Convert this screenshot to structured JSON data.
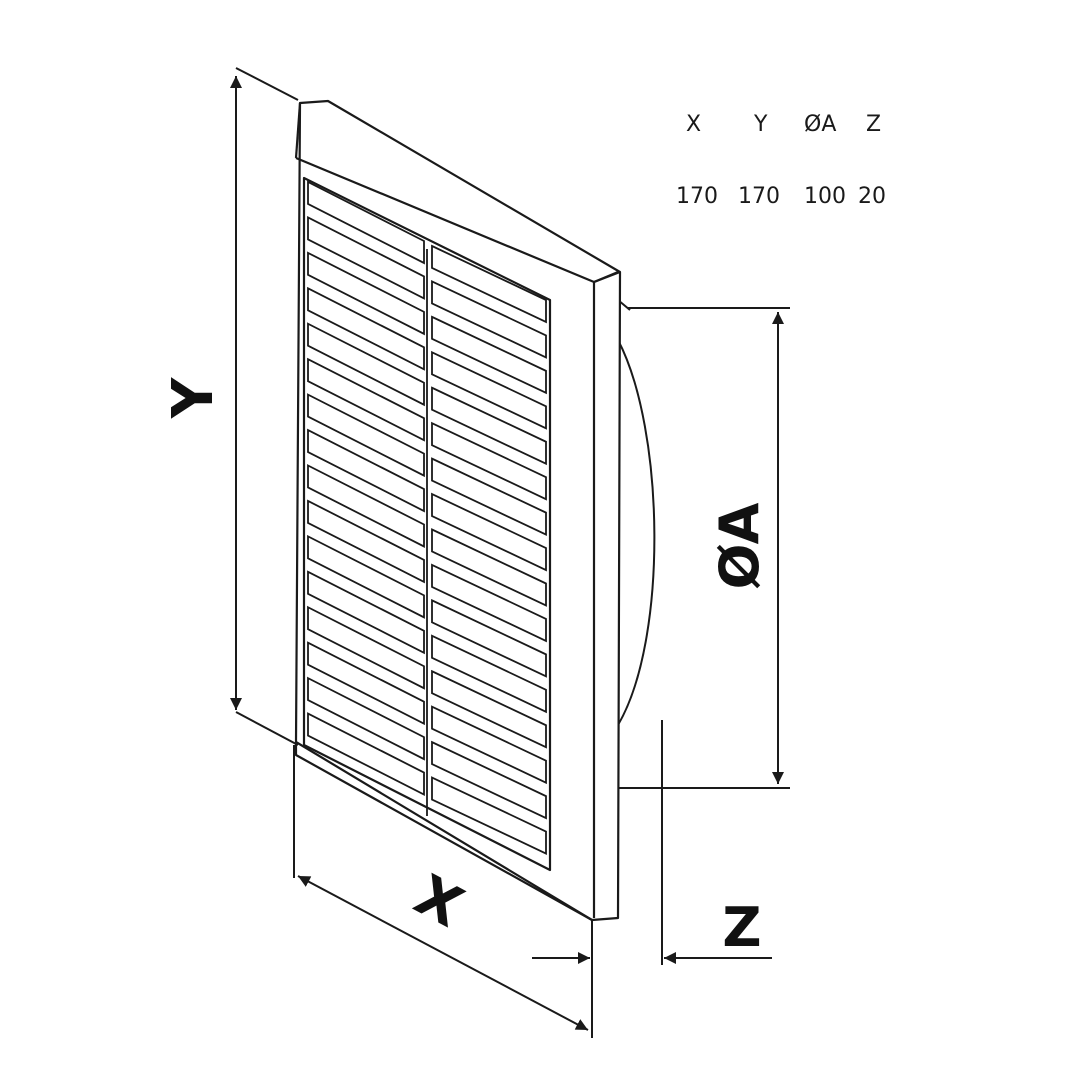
{
  "specs": {
    "headers": [
      "X",
      "Y",
      "ØA",
      "Z"
    ],
    "values": [
      "170",
      "170",
      "100",
      "20"
    ]
  },
  "dimensions": {
    "width_label": "X",
    "height_label": "Y",
    "diameter_label": "ØA",
    "depth_label": "Z"
  },
  "grille": {
    "louver_rows": 16,
    "louver_columns": 2
  },
  "colors": {
    "line": "#1a1a1a",
    "background": "#ffffff"
  }
}
